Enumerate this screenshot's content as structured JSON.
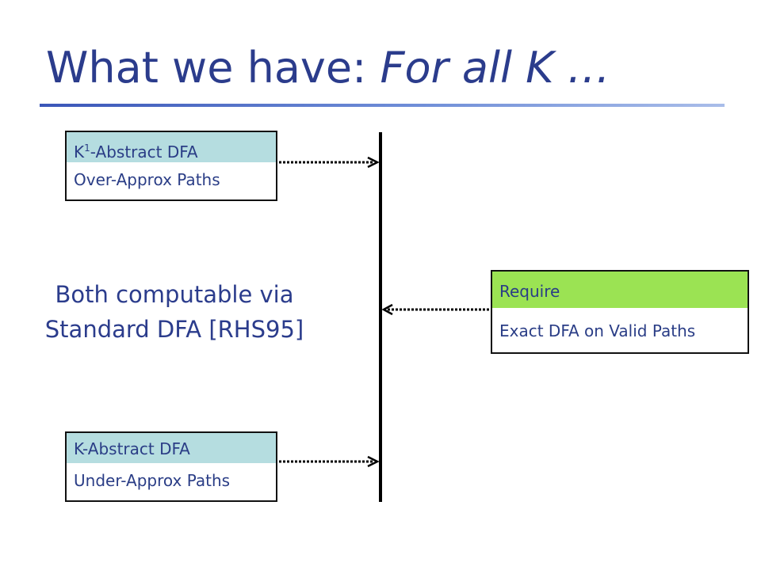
{
  "title": {
    "main": "What we have: ",
    "emphasis": "For all K …"
  },
  "boxes": {
    "k1_abstract": {
      "head_base": "K",
      "head_sup": "1",
      "head_rest": "-Abstract DFA",
      "body": "Over-Approx Paths",
      "head_color": "#b5dde0"
    },
    "k_abstract": {
      "head": "K-Abstract DFA",
      "body": "Under-Approx Paths",
      "head_color": "#b5dde0"
    },
    "require": {
      "head": "Require",
      "body": "Exact DFA on Valid Paths",
      "head_color": "#9be353"
    }
  },
  "center_text": {
    "line1": "Both computable via",
    "line2": "Standard DFA [RHS95]"
  },
  "colors": {
    "text": "#2b3c8c",
    "rule": "#3a56b8"
  }
}
